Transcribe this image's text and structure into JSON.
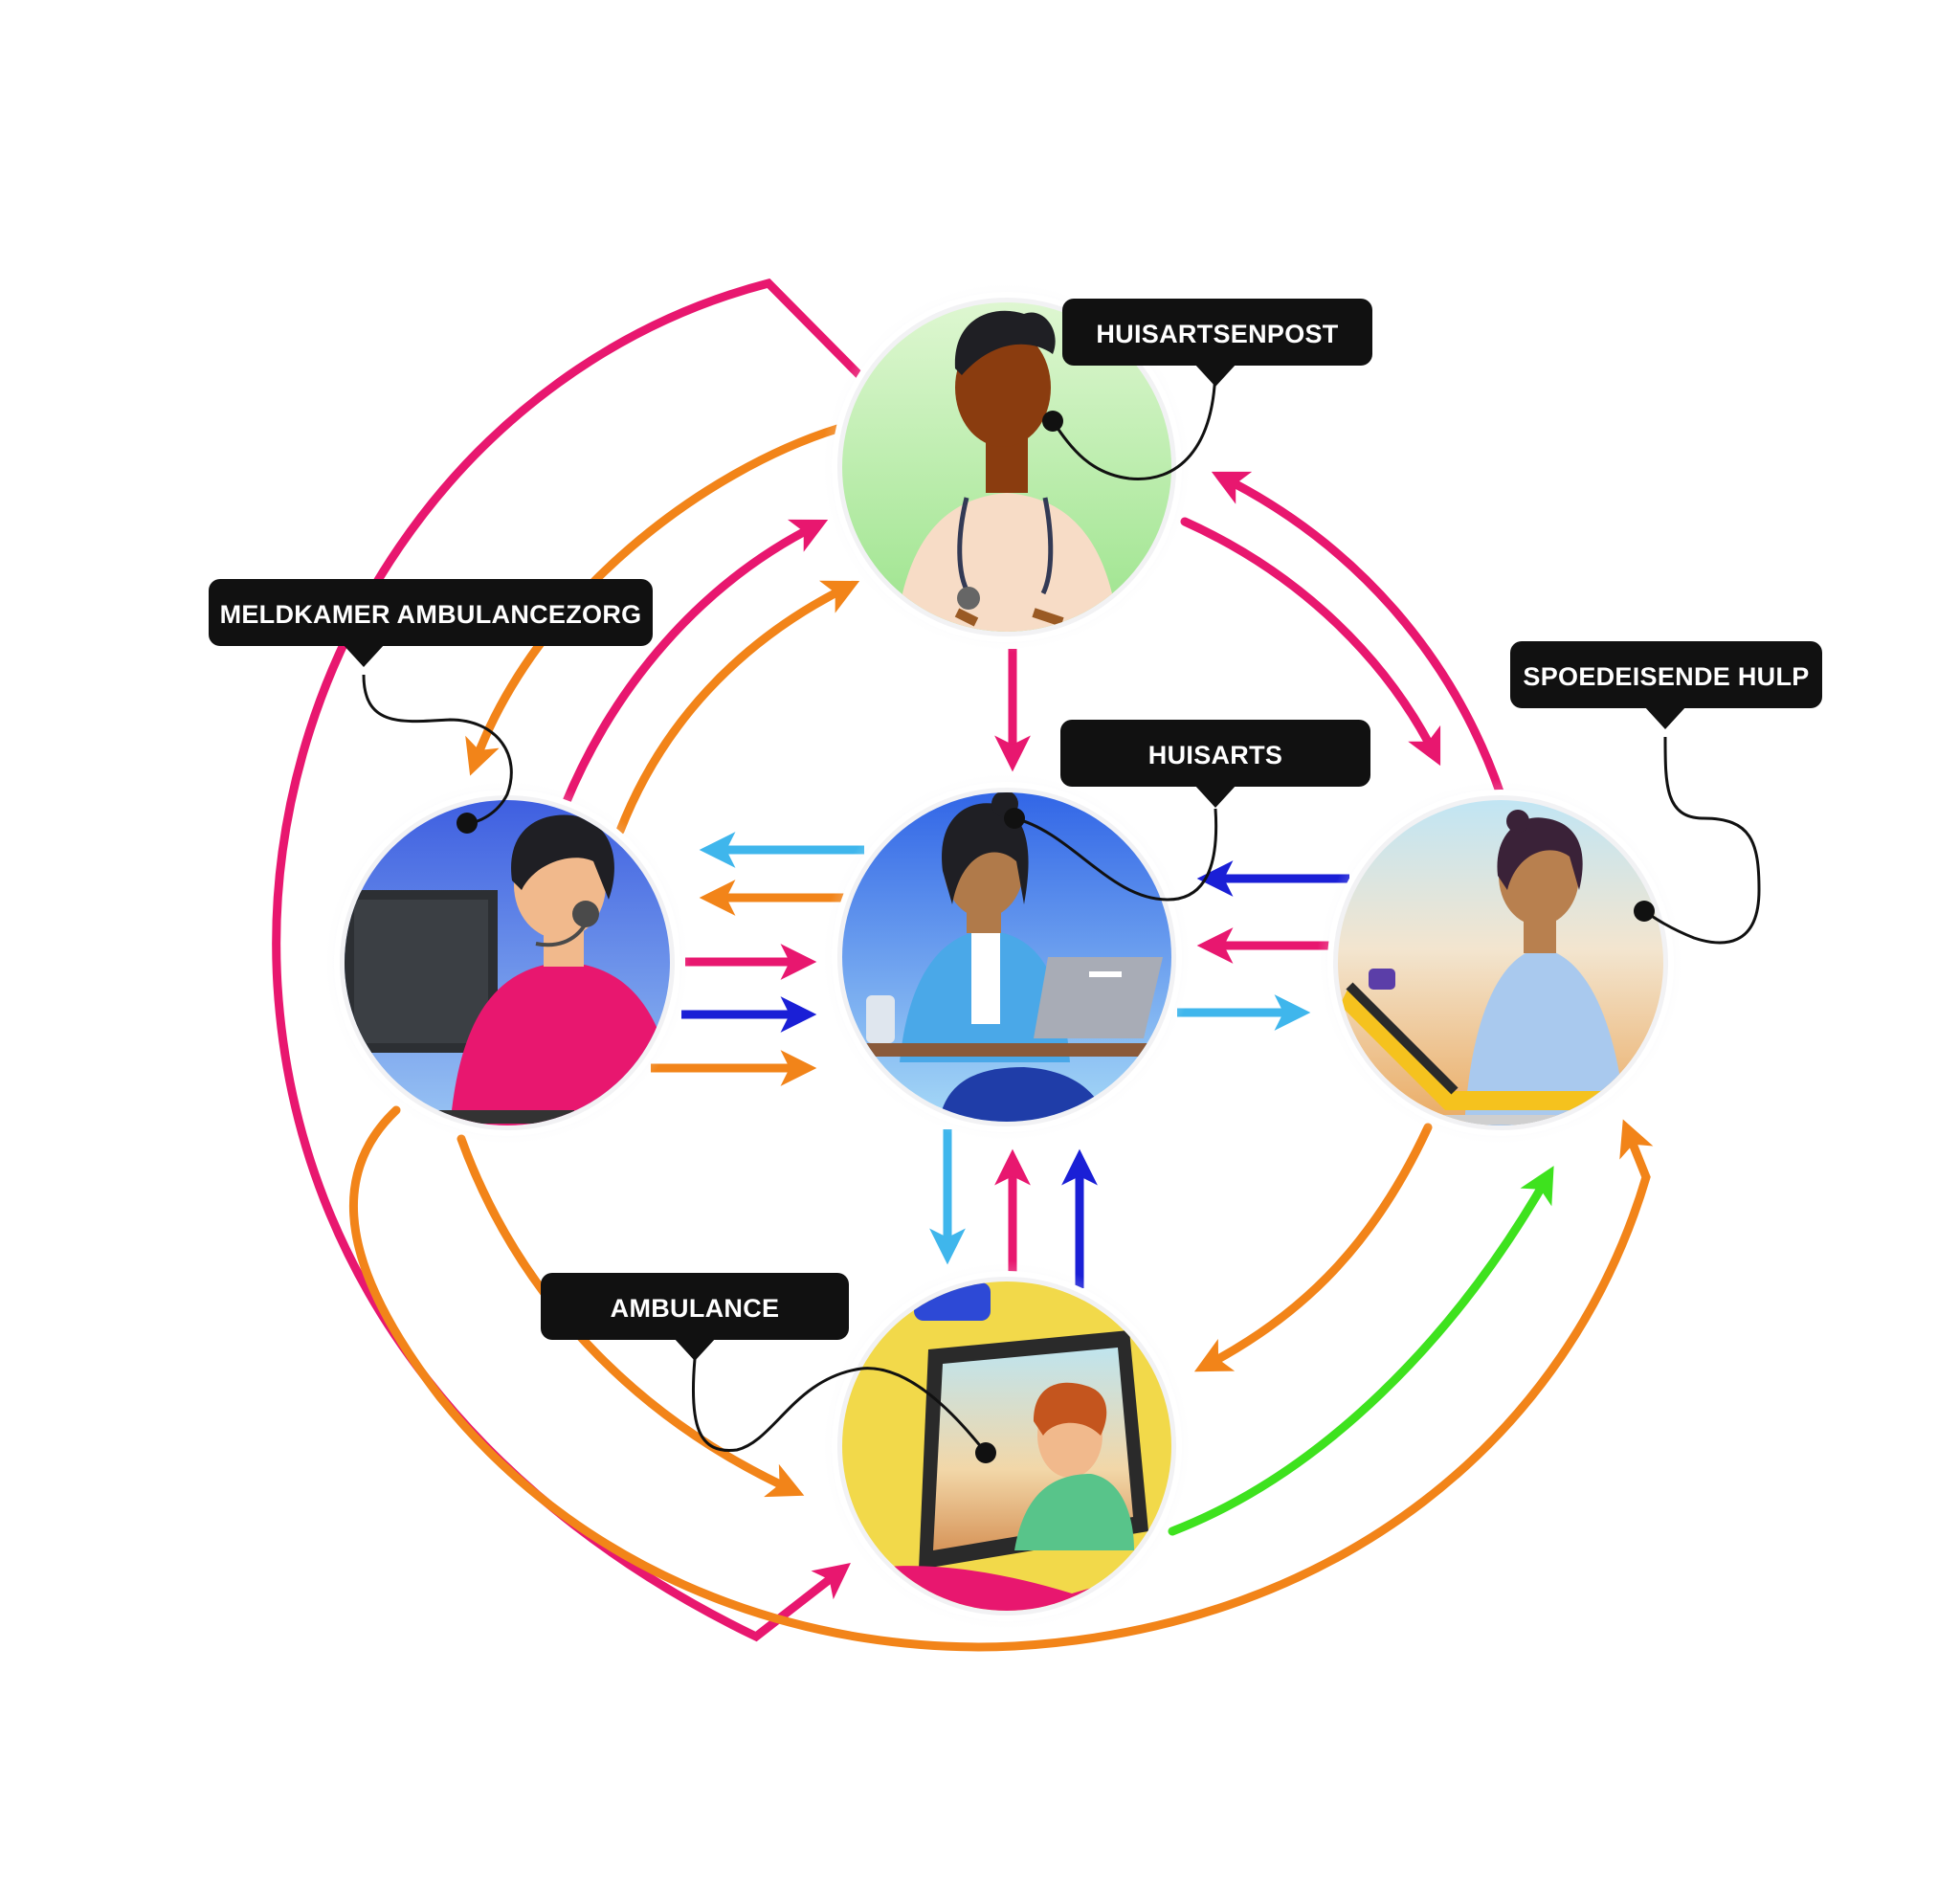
{
  "labels": {
    "huisartsenpost": "HUISARTSENPOST",
    "meldkamer": "MELDKAMER AMBULANCEZORG",
    "spoedeisende_hulp": "SPOEDEISENDE HULP",
    "huisarts": "HUISARTS",
    "ambulance": "AMBULANCE"
  },
  "colors": {
    "magenta": "#e8176f",
    "orange": "#f28419",
    "light_blue": "#3fb6ec",
    "dark_blue": "#1a1fd6",
    "green": "#3ee21e",
    "callout": "#111111"
  },
  "nodes": [
    {
      "id": "huisartsenpost",
      "icon": "doctor-with-stethoscope-icon"
    },
    {
      "id": "meldkamer",
      "icon": "dispatcher-with-headset-icon"
    },
    {
      "id": "huisarts",
      "icon": "gp-at-laptop-icon"
    },
    {
      "id": "spoedeisende_hulp",
      "icon": "nurse-with-stretcher-icon"
    },
    {
      "id": "ambulance",
      "icon": "ambulance-driver-icon"
    }
  ]
}
